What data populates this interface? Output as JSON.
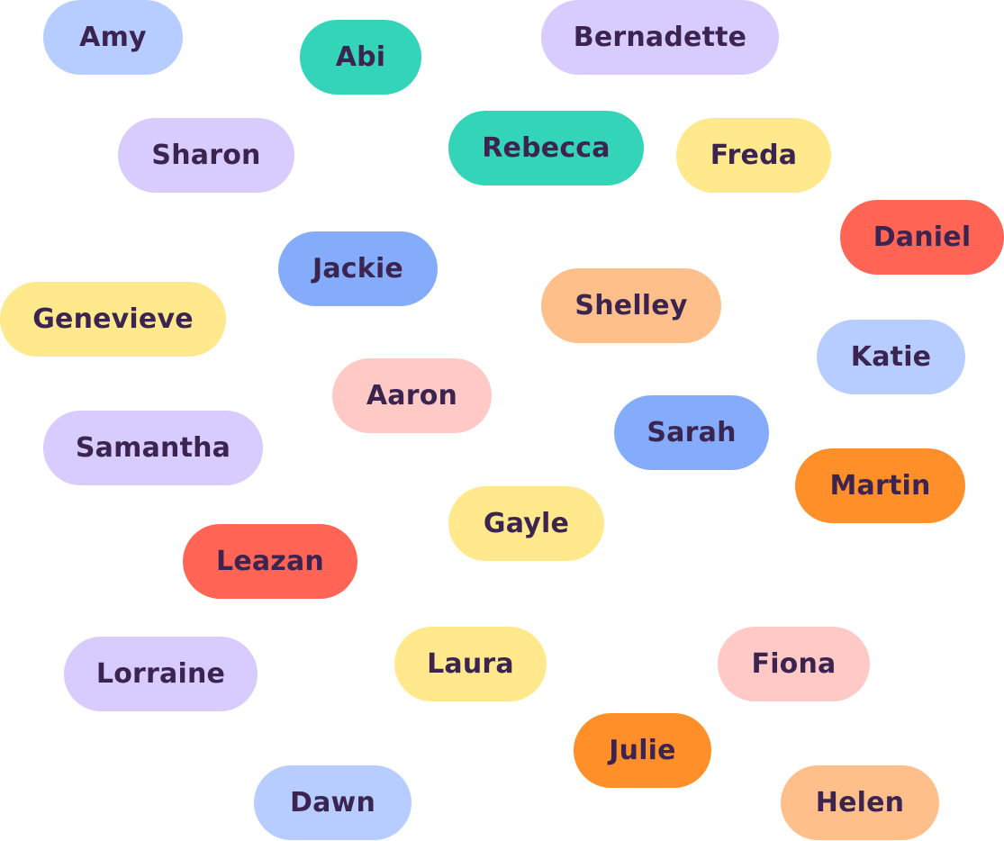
{
  "names": {
    "amy": "Amy",
    "abi": "Abi",
    "bernadette": "Bernadette",
    "sharon": "Sharon",
    "rebecca": "Rebecca",
    "freda": "Freda",
    "daniel": "Daniel",
    "jackie": "Jackie",
    "genevieve": "Genevieve",
    "shelley": "Shelley",
    "katie": "Katie",
    "aaron": "Aaron",
    "sarah": "Sarah",
    "samantha": "Samantha",
    "martin": "Martin",
    "gayle": "Gayle",
    "leazan": "Leazan",
    "laura": "Laura",
    "fiona": "Fiona",
    "lorraine": "Lorraine",
    "julie": "Julie",
    "dawn": "Dawn",
    "helen": "Helen"
  },
  "colors": {
    "text": "#3b2550",
    "blue_light": "#b7cdff",
    "blue": "#84acfa",
    "teal": "#34d4b9",
    "lavender": "#d7ccfd",
    "yellow": "#ffe98c",
    "red": "#ff6455",
    "peach": "#ffbf8b",
    "pink": "#ffcac6",
    "orange": "#ff8f28"
  }
}
